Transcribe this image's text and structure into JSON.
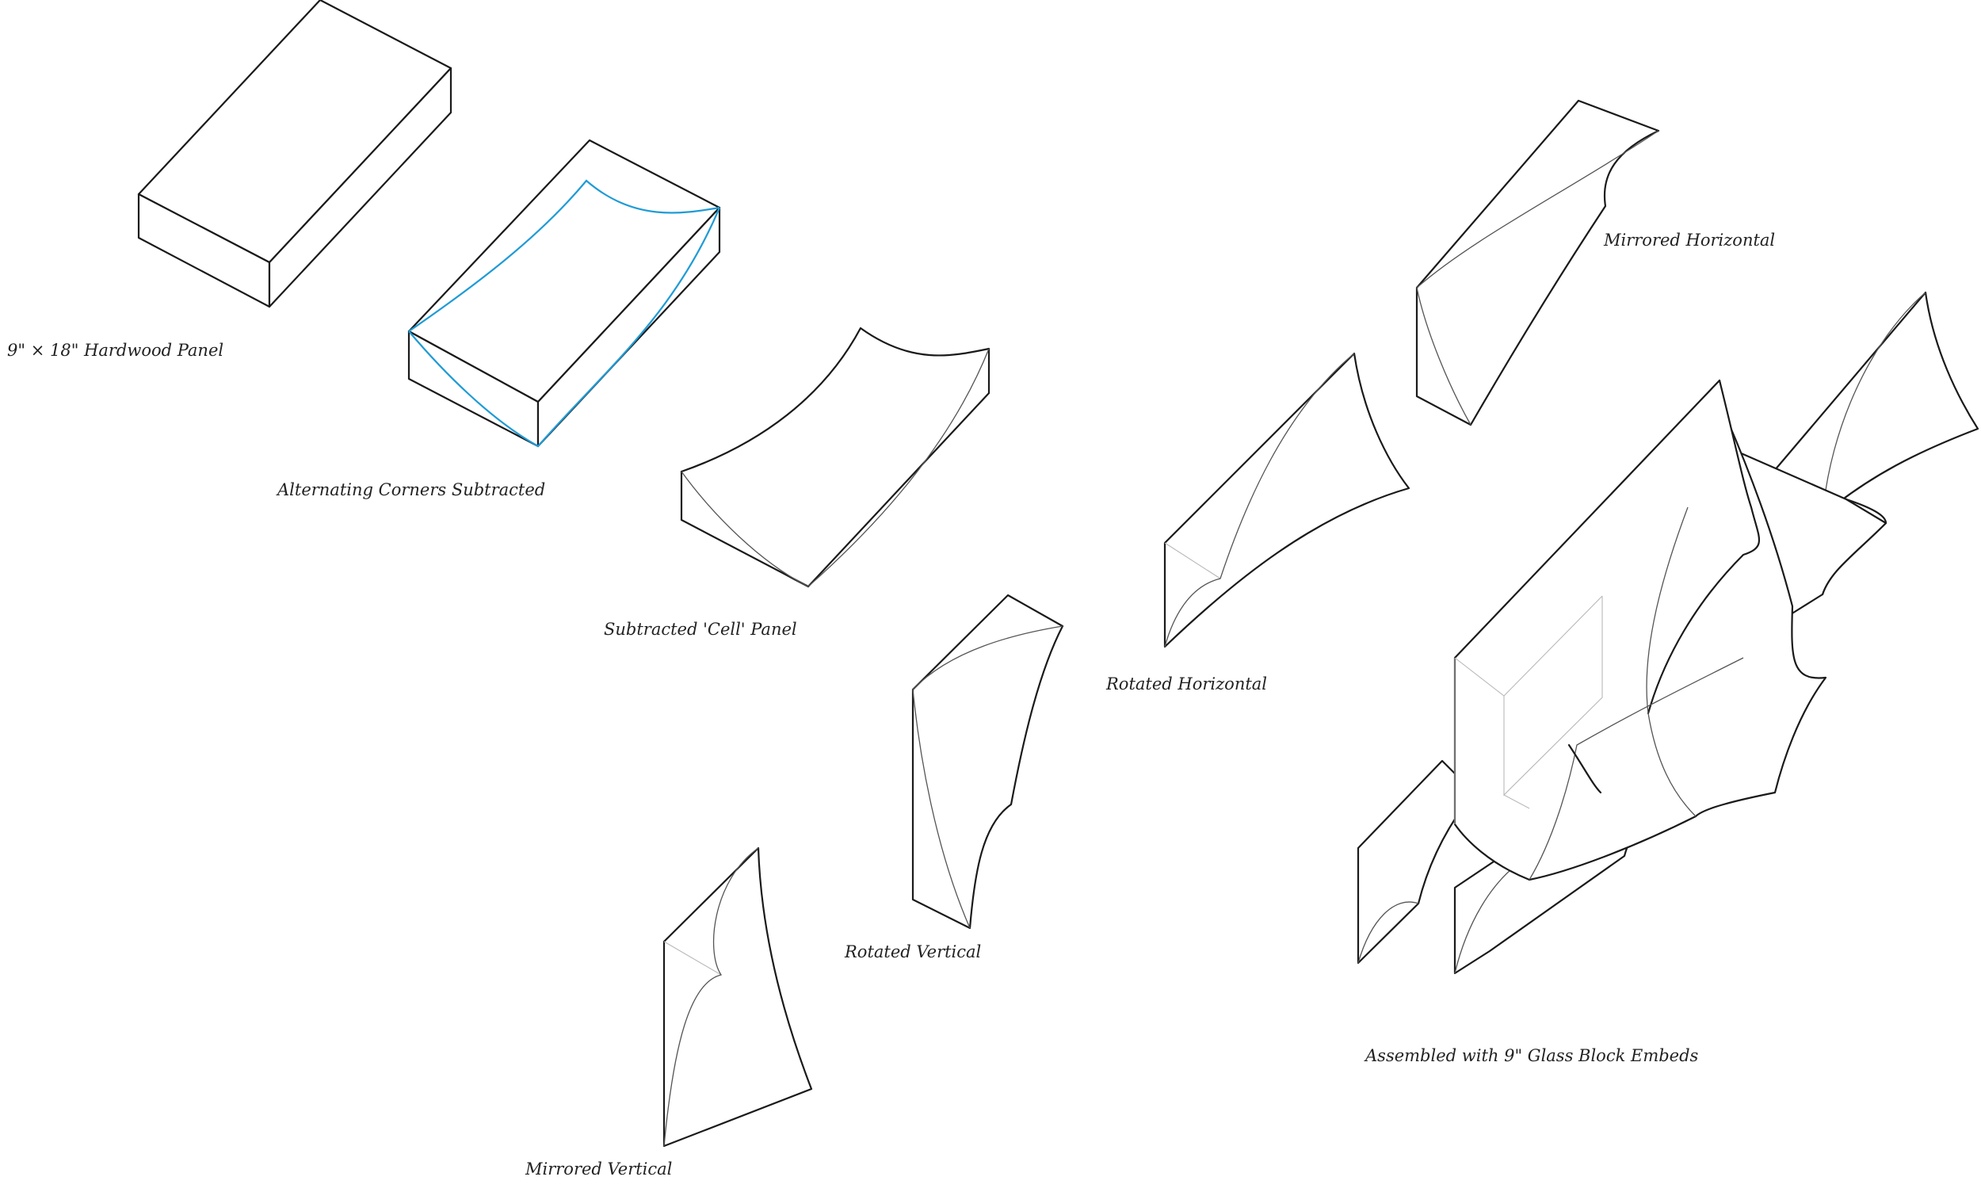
{
  "labels": {
    "panel": "9\" × 18\" Hardwood Panel",
    "corners": "Alternating Corners Subtracted",
    "cell": "Subtracted 'Cell' Panel",
    "rot_vertical": "Rotated Vertical",
    "mir_vertical": "Mirrored Vertical",
    "rot_horizontal": "Rotated Horizontal",
    "mir_horizontal": "Mirrored Horizontal",
    "assembled": "Assembled with 9\" Glass Block Embeds"
  },
  "colors": {
    "line": "#1a1a1a",
    "subtraction_curve": "#1f9bd6",
    "hidden_line": "#b8b8b8"
  }
}
